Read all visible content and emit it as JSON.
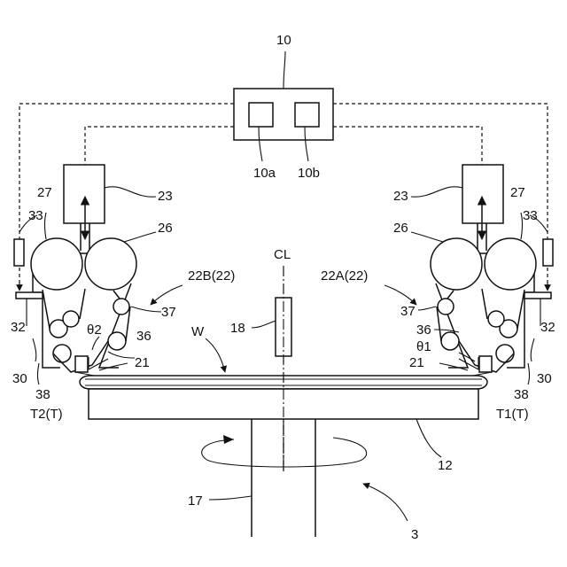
{
  "labels": {
    "controller": "10",
    "controller_a": "10a",
    "controller_b": "10b",
    "lift_left": "23",
    "lift_right": "23",
    "roll_27_left": "27",
    "roll_27_right": "27",
    "roll_26_left": "26",
    "roll_26_right": "26",
    "sensor_left": "33",
    "sensor_right": "33",
    "unit_left": "22B(22)",
    "unit_right": "22A(22)",
    "centerline": "CL",
    "nozzle": "18",
    "wafer": "W",
    "roller_37_left": "37",
    "roller_37_right": "37",
    "roller_36_left": "36",
    "roller_36_right": "36",
    "angle_left": "θ2",
    "angle_right": "θ1",
    "frame_32_left": "32",
    "frame_32_right": "32",
    "frame_30_left": "30",
    "frame_30_right": "30",
    "head_21_left": "21",
    "head_21_right": "21",
    "roller_38_left": "38",
    "roller_38_right": "38",
    "tape_left": "T2(T)",
    "tape_right": "T1(T)",
    "table": "12",
    "shaft": "17",
    "apparatus": "3"
  }
}
